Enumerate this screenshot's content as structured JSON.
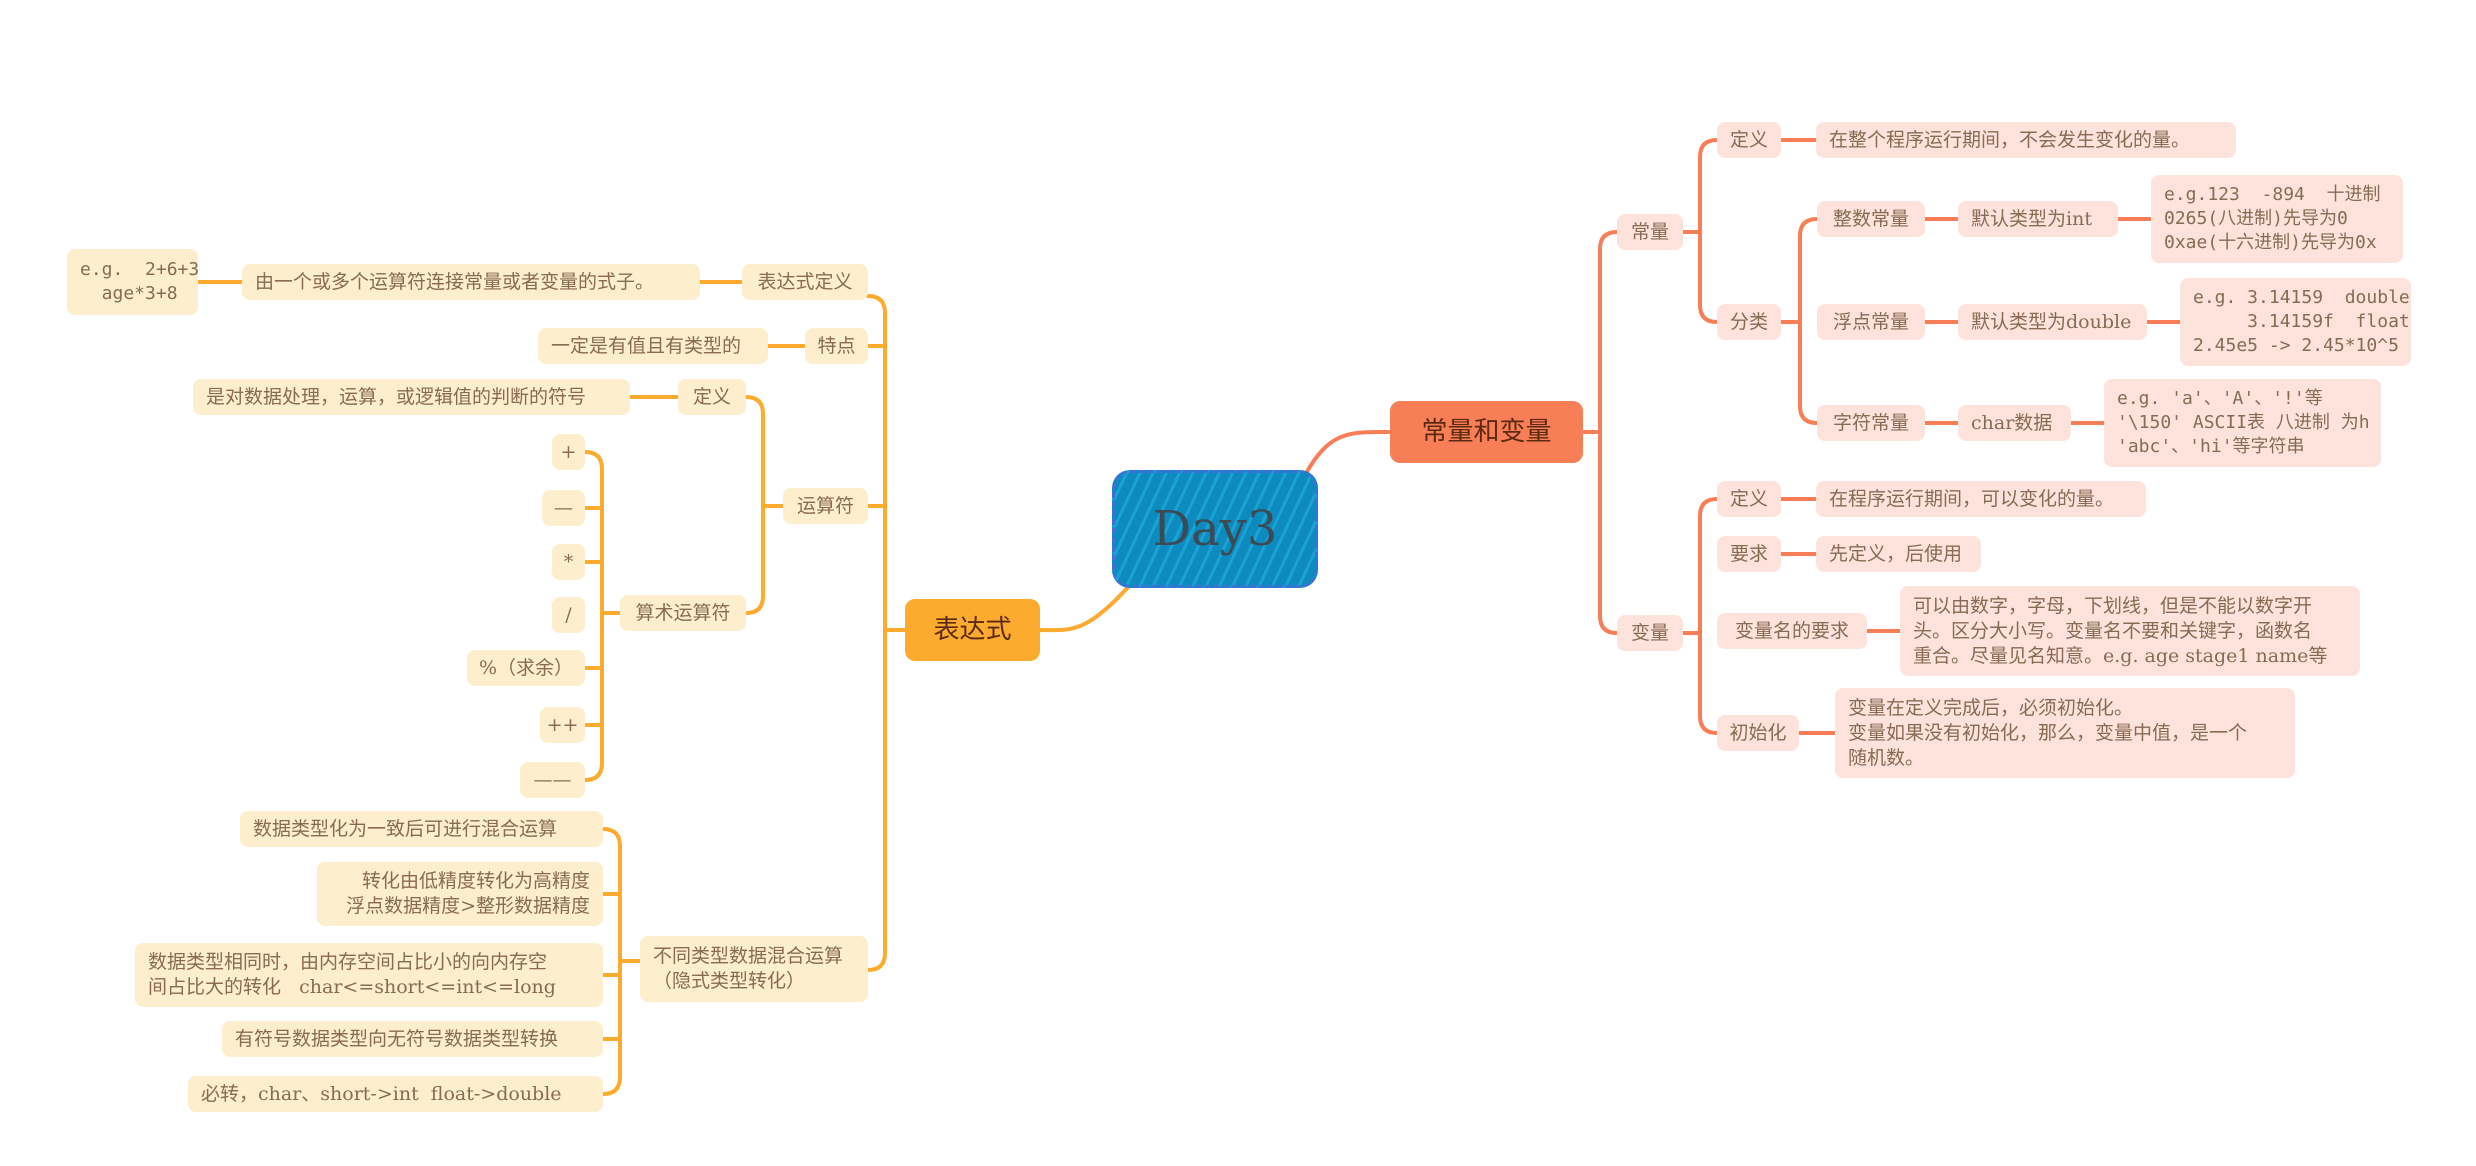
{
  "colors": {
    "left_branch": "#fdab2f",
    "right_branch": "#f77e56",
    "center": "#0d8bbf"
  },
  "center": {
    "label": "Day3"
  },
  "left": {
    "label": "表达式",
    "expr_def": {
      "label": "表达式定义",
      "desc": "由一个或多个运算符连接常量或者变量的式子。",
      "example": "e.g.  2+6+3\n  age*3+8"
    },
    "feature": {
      "label": "特点",
      "desc": "一定是有值且有类型的"
    },
    "operator": {
      "label": "运算符",
      "def_label": "定义",
      "def_desc": "是对数据处理，运算，或逻辑值的判断的符号",
      "arith_label": "算术运算符",
      "ops": [
        "+",
        "—",
        "*",
        "/",
        "%（求余）",
        "++",
        "——"
      ]
    },
    "mixed": {
      "label": "不同类型数据混合运算\n（隐式类型转化）",
      "items": [
        "数据类型化为一致后可进行混合运算",
        "转化由低精度转化为高精度\n浮点数据精度>整形数据精度",
        "数据类型相同时，由内存空间占比小的向内存空\n间占比大的转化   char<=short<=int<=long",
        "有符号数据类型向无符号数据类型转换",
        "必转，char、short->int  float->double"
      ]
    }
  },
  "right": {
    "label": "常量和变量",
    "constant": {
      "label": "常量",
      "def_label": "定义",
      "def_desc": "在整个程序运行期间，不会发生变化的量。",
      "class_label": "分类",
      "int": {
        "label": "整数常量",
        "default": "默认类型为int",
        "example": "e.g.123  -894  十进制\n0265(八进制)先导为0\n0xae(十六进制)先导为0x"
      },
      "float": {
        "label": "浮点常量",
        "default": "默认类型为double",
        "example": "e.g. 3.14159  double\n     3.14159f  float\n2.45e5 -> 2.45*10^5"
      },
      "char": {
        "label": "字符常量",
        "default": "char数据",
        "example": "e.g. 'a'、'A'、'!'等\n'\\150' ASCII表 八进制 为h\n'abc'、'hi'等字符串"
      }
    },
    "variable": {
      "label": "变量",
      "def_label": "定义",
      "def_desc": "在程序运行期间，可以变化的量。",
      "req_label": "要求",
      "req_desc": "先定义，后使用",
      "name_label": "变量名的要求",
      "name_desc": "可以由数字，字母，下划线，但是不能以数字开\n头。区分大小写。变量名不要和关键字，函数名\n重合。尽量见名知意。e.g. age stage1 name等",
      "init_label": "初始化",
      "init_desc": "变量在定义完成后，必须初始化。\n变量如果没有初始化，那么，变量中值，是一个\n随机数。"
    }
  }
}
